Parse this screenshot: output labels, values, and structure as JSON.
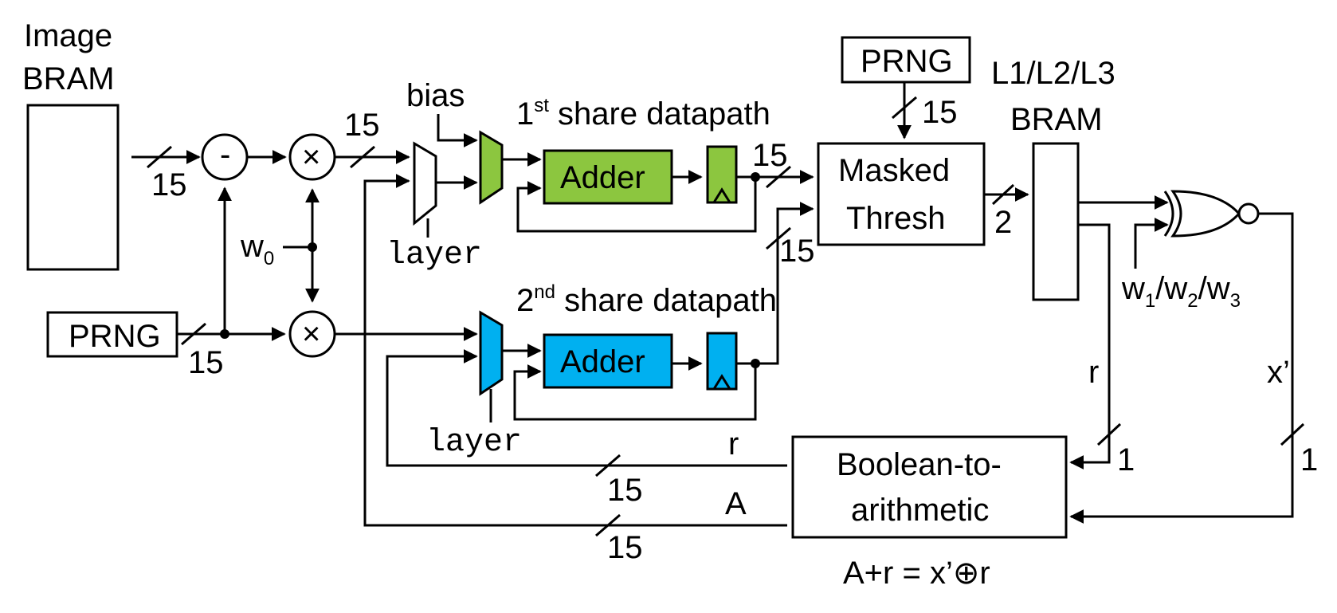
{
  "labels": {
    "image_bram_line1": "Image",
    "image_bram_line2": "BRAM",
    "prng_top": "PRNG",
    "prng_left": "PRNG",
    "l_bram_line1": "L1/L2/L3",
    "l_bram_line2": "BRAM",
    "bias": "bias",
    "w0": "w",
    "w0_sub": "0",
    "layer_top": "layer",
    "layer_bottom": "layer",
    "share1_num": "1",
    "share1_sup": "st",
    "share1_text": " share datapath",
    "share2_num": "2",
    "share2_sup": "nd",
    "share2_text": " share datapath",
    "adder_top": "Adder",
    "adder_bottom": "Adder",
    "masked_line1": "Masked",
    "masked_line2": "Thresh",
    "b2a_line1": "Boolean-to-",
    "b2a_line2": "arithmetic",
    "minus": "-",
    "times1": "×",
    "times2": "×",
    "w_set": "w1/w2/w3",
    "w1": "w",
    "w1_sub": "1",
    "w2": "/w",
    "w2_sub": "2",
    "w3": "/w",
    "w3_sub": "3",
    "r_right": "r",
    "x_prime": "x’",
    "r_bottom": "r",
    "a_bottom": "A",
    "equation_left": "A+r = x’",
    "equation_xor": "⊕",
    "equation_right": "r"
  },
  "bus_widths": {
    "image_in": "15",
    "mult_out": "15",
    "prng_out": "15",
    "reg1_out": "15",
    "prng_top_out": "15",
    "reg2_out": "15",
    "thresh_out": "2",
    "r_in": "1",
    "x_in": "1",
    "r_fb": "15",
    "a_fb": "15"
  },
  "colors": {
    "share1": "#8cc63f",
    "share2": "#00b0f0"
  }
}
